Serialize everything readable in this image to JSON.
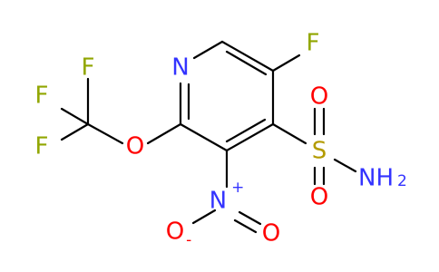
{
  "colors": {
    "bond": "#000000",
    "N": "#3333ff",
    "O": "#ff0000",
    "F": "#91a600",
    "S": "#b39b00"
  },
  "atoms": {
    "N_ring": "N",
    "F_ring": "F",
    "S": "S",
    "O_s1": "O",
    "O_s2": "O",
    "N_amide": "NH",
    "N_amide_sub": "2",
    "O_ether": "O",
    "F1": "F",
    "F2": "F",
    "F3": "F",
    "N_nitro": "N",
    "N_nitro_charge": "+",
    "O_nitro1": "O",
    "O_nitro1_charge": "-",
    "O_nitro2": "O"
  }
}
